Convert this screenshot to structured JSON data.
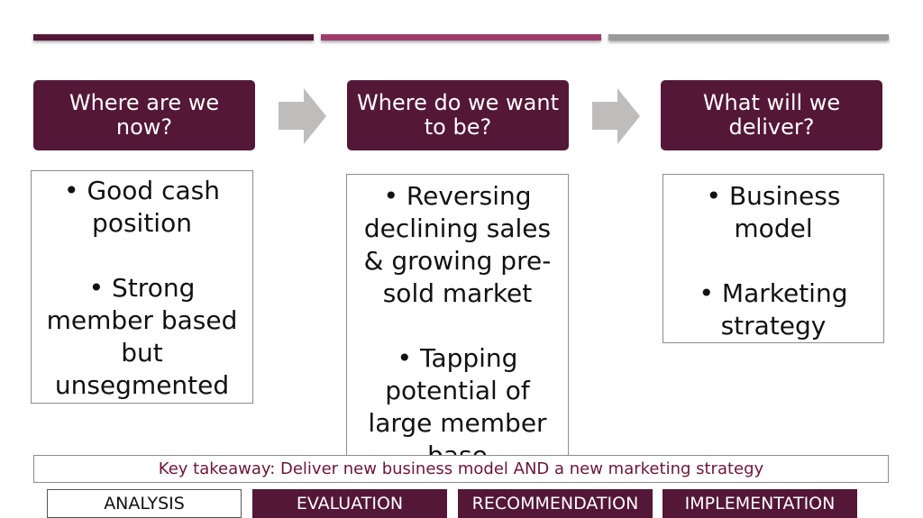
{
  "colors": {
    "plum": "#541737",
    "magenta": "#9e3c6e",
    "gray": "#9a9a9a",
    "arrow_gray": "#bfbcbc",
    "takeaway_text": "#6b1639"
  },
  "columns": [
    {
      "header": "Where are we now?",
      "bullets": [
        "Good cash position",
        "Strong member based but unsegmented"
      ]
    },
    {
      "header": "Where do we want to be?",
      "bullets": [
        "Reversing declining sales & growing pre-sold market",
        "Tapping potential of large member base"
      ]
    },
    {
      "header": "What will we deliver?",
      "bullets": [
        "Business model",
        "Marketing strategy"
      ]
    }
  ],
  "takeaway": "Key takeaway:  Deliver new business model AND a new marketing strategy",
  "tabs": {
    "analysis": "ANALYSIS",
    "evaluation": "EVALUATION",
    "recommendation": "RECOMMENDATION",
    "implementation": "IMPLEMENTATION"
  },
  "icons": {
    "flow_arrow": "right-arrow-icon"
  }
}
